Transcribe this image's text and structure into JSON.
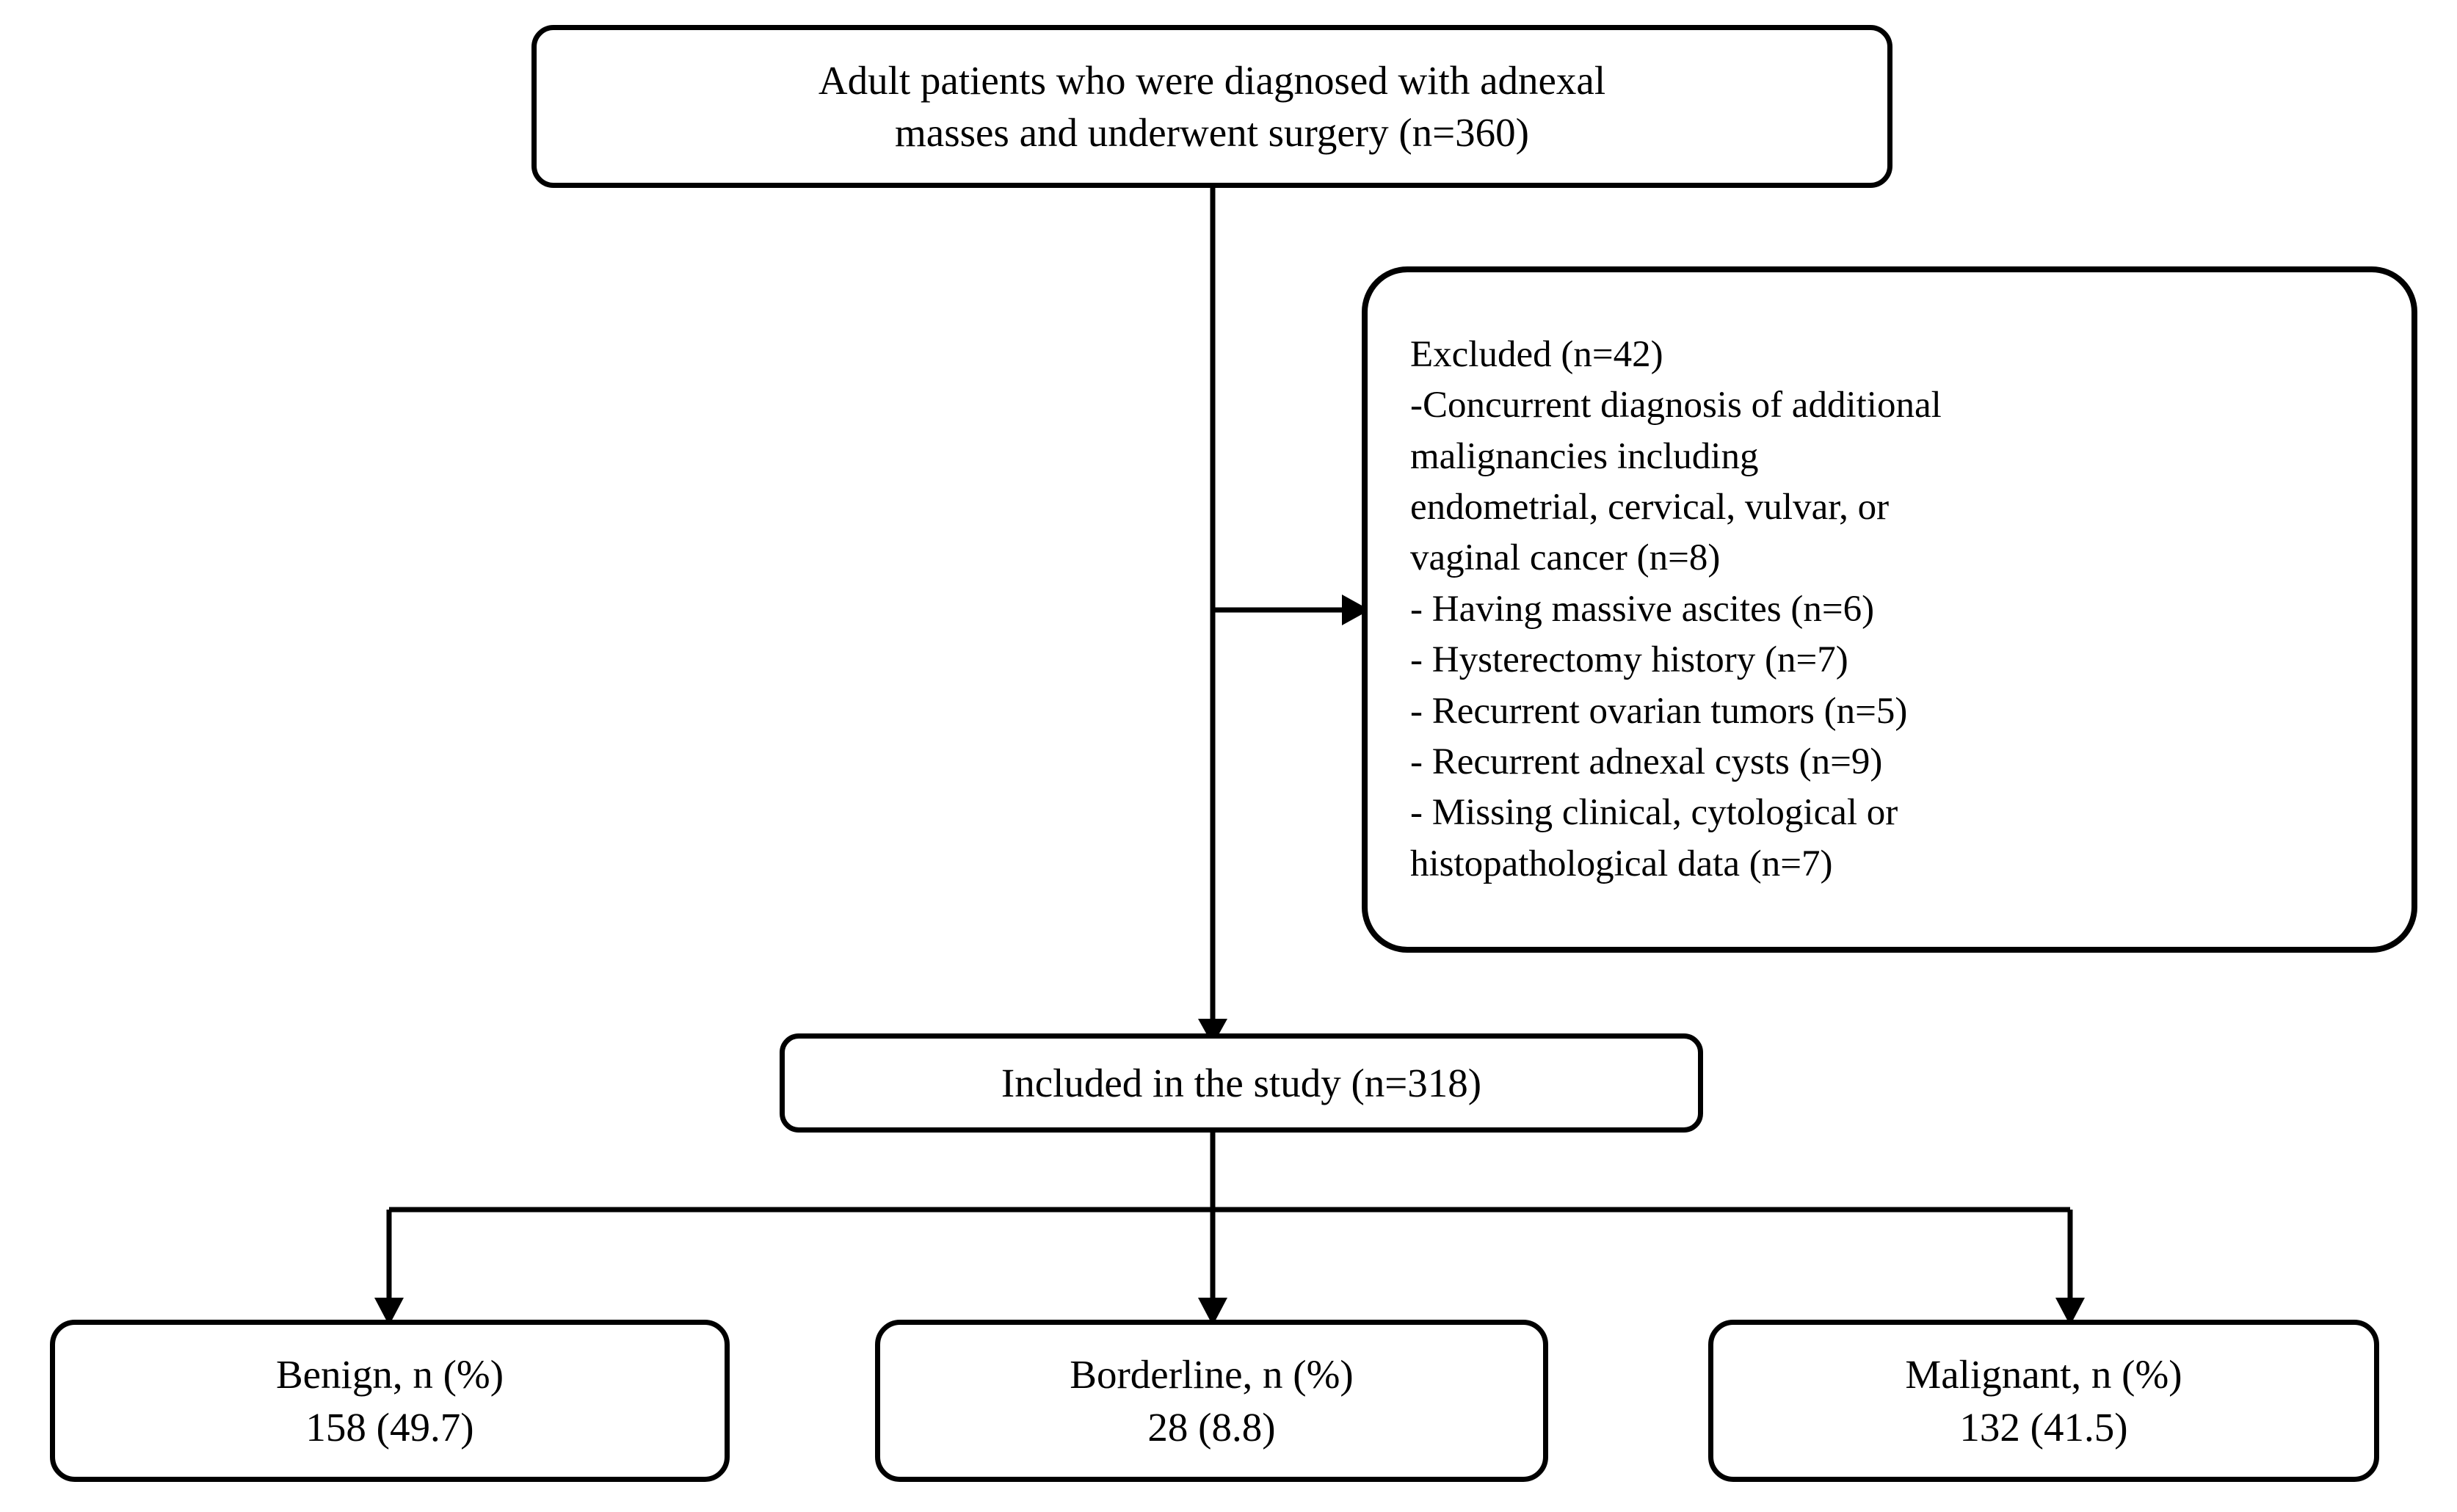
{
  "diagram": {
    "type": "study-flow-diagram",
    "nodes": {
      "enrollment": {
        "line1": "Adult patients who were diagnosed with adnexal",
        "line2": "masses and underwent surgery (n=360)"
      },
      "excluded": {
        "heading": "Excluded (n=42)",
        "items": [
          "-Concurrent diagnosis of additional",
          "malignancies including",
          "endometrial, cervical, vulvar, or",
          "vaginal cancer (n=8)",
          "- Having massive ascites (n=6)",
          "- Hysterectomy history (n=7)",
          "- Recurrent ovarian tumors (n=5)",
          "- Recurrent adnexal cysts (n=9)",
          "- Missing clinical, cytological or",
          "histopathological data (n=7)"
        ]
      },
      "included": {
        "label": "Included in the study (n=318)"
      },
      "outcomes": [
        {
          "label": "Benign, n (%)",
          "value": "158 (49.7)"
        },
        {
          "label": "Borderline, n (%)",
          "value": "28 (8.8)"
        },
        {
          "label": "Malignant, n (%)",
          "value": "132 (41.5)"
        }
      ]
    },
    "style": {
      "line_color": "#000000",
      "box_fill": "#ffffff",
      "background": "#ffffff"
    }
  }
}
